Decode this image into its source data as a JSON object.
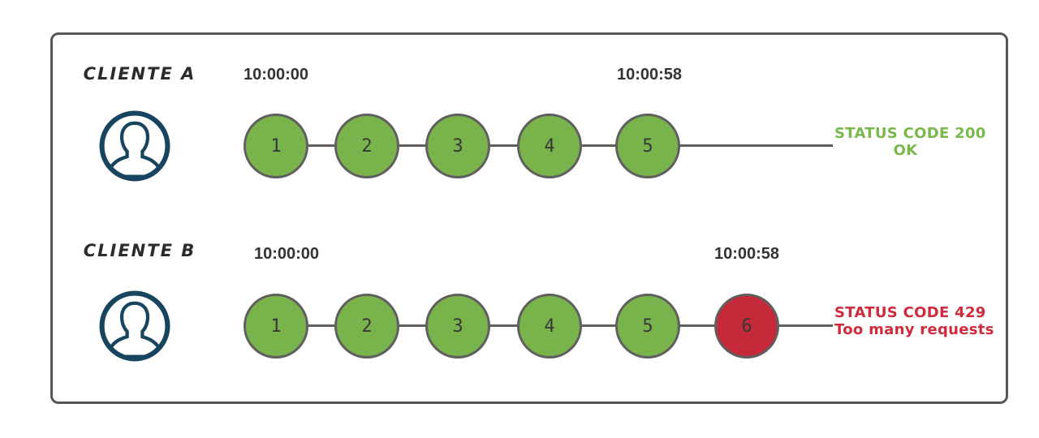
{
  "diagram": {
    "rows": [
      {
        "client_label": "CLIENTE A",
        "start_time": "10:00:00",
        "end_time": "10:00:58",
        "requests": [
          {
            "label": "1",
            "status": "ok"
          },
          {
            "label": "2",
            "status": "ok"
          },
          {
            "label": "3",
            "status": "ok"
          },
          {
            "label": "4",
            "status": "ok"
          },
          {
            "label": "5",
            "status": "ok"
          }
        ],
        "status_code_text": "STATUS CODE 200",
        "status_detail_text": "OK"
      },
      {
        "client_label": "CLIENTE B",
        "start_time": "10:00:00",
        "end_time": "10:00:58",
        "requests": [
          {
            "label": "1",
            "status": "ok"
          },
          {
            "label": "2",
            "status": "ok"
          },
          {
            "label": "3",
            "status": "ok"
          },
          {
            "label": "4",
            "status": "ok"
          },
          {
            "label": "5",
            "status": "ok"
          },
          {
            "label": "6",
            "status": "limited"
          }
        ],
        "status_code_text": "STATUS CODE 429",
        "status_detail_text": "Too many requests"
      }
    ],
    "colors": {
      "ok_fill": "#79b34b",
      "limited_fill": "#c6293a",
      "ok_text": "#7ab84c",
      "limited_text": "#cf2b3c",
      "stroke_gray": "#5f5f5f",
      "avatar_navy": "#17445f",
      "label_dark": "#2b2b2b"
    }
  }
}
